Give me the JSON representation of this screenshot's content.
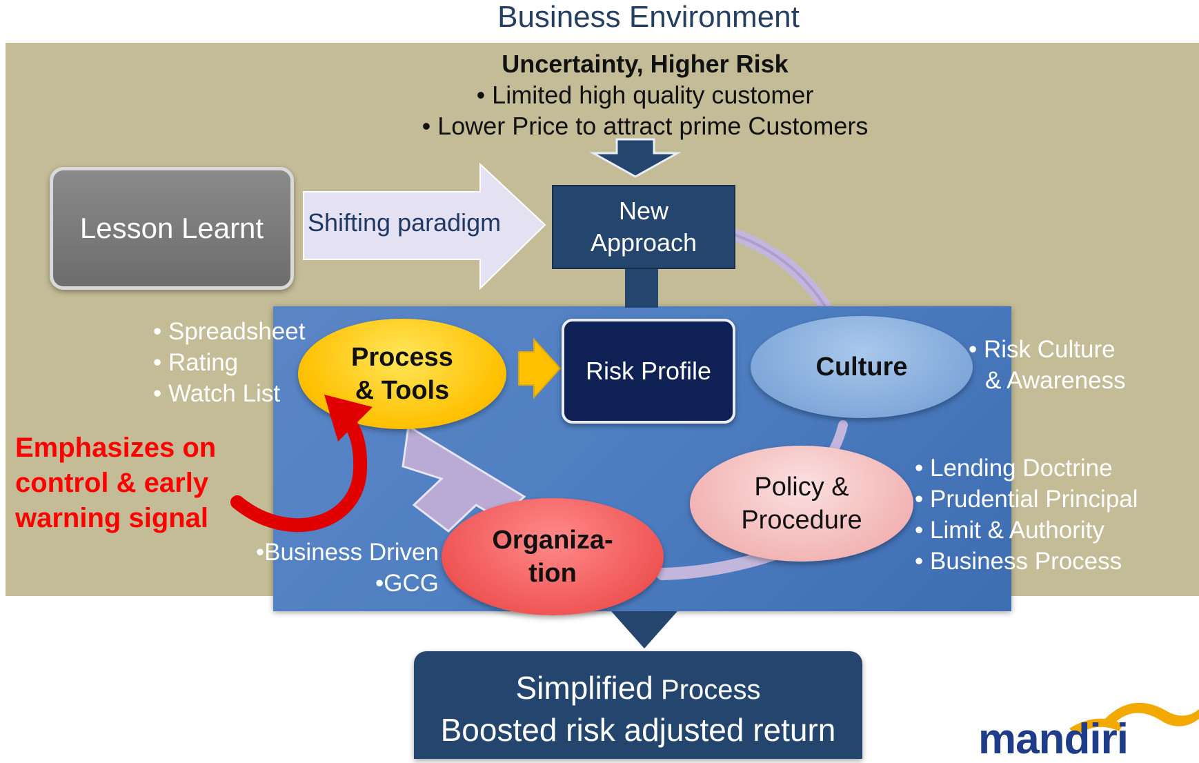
{
  "title": "Business Environment",
  "uncertainty": {
    "heading": "Uncertainty, Higher Risk",
    "bullet1": "• Limited high quality customer",
    "bullet2": "• Lower Price to attract prime Customers"
  },
  "lesson_learnt": "Lesson Learnt",
  "shifting_paradigm": "Shifting paradigm",
  "new_approach": {
    "line1": "New",
    "line2": "Approach"
  },
  "risk_profile": "Risk Profile",
  "process_tools": {
    "line1": "Process",
    "line2": "& Tools"
  },
  "culture": "Culture",
  "policy": {
    "line1": "Policy &",
    "line2": "Procedure"
  },
  "organization": {
    "line1": "Organiza-",
    "line2": "tion"
  },
  "tools_list": [
    "• Spreadsheet",
    "• Rating",
    "• Watch List"
  ],
  "culture_list": [
    "• Risk Culture",
    "& Awareness"
  ],
  "policy_list": [
    "• Lending Doctrine",
    "• Prudential Principal",
    "• Limit & Authority",
    "• Business Process"
  ],
  "org_list": [
    "•Business Driven",
    "•GCG"
  ],
  "emphasis": [
    "Emphasizes on",
    "control & early",
    "warning signal"
  ],
  "result": {
    "big1": "Simplified",
    "small1": " Process",
    "line2": "Boosted risk adjusted return"
  },
  "logo_text": "mandiri",
  "colors": {
    "khaki": "#c4bc96",
    "blue_panel": "#4f7fc2",
    "navy": "#24466e",
    "process": "#ffc000",
    "culture": "#7ea6d8",
    "policy": "#f2b2b2",
    "organization": "#f05656",
    "emphasis": "#ff0000",
    "logo_blue": "#1f3c88",
    "logo_gold": "#f2a900"
  }
}
